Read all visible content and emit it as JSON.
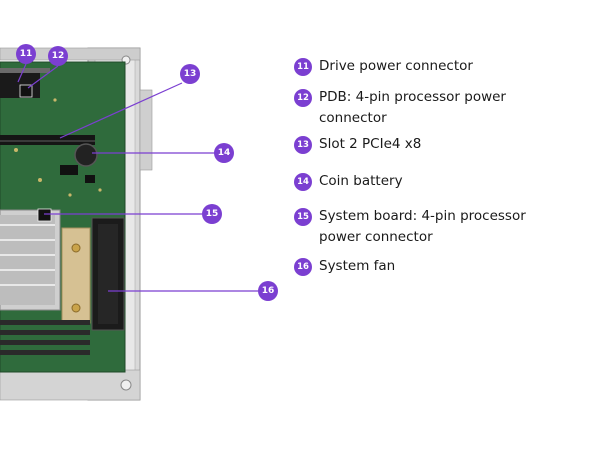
{
  "accent_color": "#7b3fd1",
  "callouts": [
    {
      "number": "11",
      "label": "Drive power connector"
    },
    {
      "number": "12",
      "label": "PDB: 4-pin processor power connector"
    },
    {
      "number": "13",
      "label": "Slot 2 PCIe4 x8"
    },
    {
      "number": "14",
      "label": "Coin battery"
    },
    {
      "number": "15",
      "label": "System board: 4-pin processor power connector"
    },
    {
      "number": "16",
      "label": "System fan"
    }
  ]
}
